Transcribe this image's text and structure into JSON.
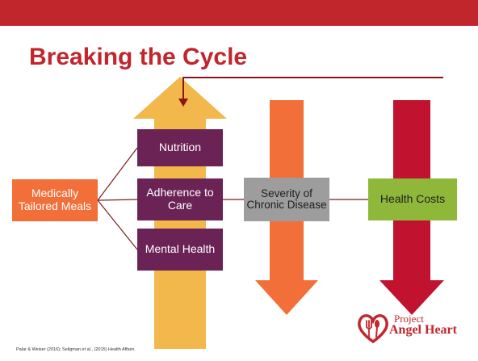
{
  "slide": {
    "title": "Breaking the Cycle",
    "citation": "Palar & Weiser (2016); Seligman et al., (2015) Health Affairs"
  },
  "boxes": {
    "meals": "Medically Tailored Meals",
    "nutrition": "Nutrition",
    "adherence": "Adherence to Care",
    "mental_health": "Mental Health",
    "severity": "Severity of Chronic Disease",
    "health_costs": "Health Costs"
  },
  "logo": {
    "line1": "Project",
    "line2": "Angel Heart",
    "icon": "heart-fork-spoon-icon"
  },
  "colors": {
    "brand_red": "#c1262c",
    "up_arrow": "#f2b84b",
    "severity_arrow": "#f26f3a",
    "costs_arrow": "#c1122f",
    "purple": "#6b2355",
    "green": "#8fb83a",
    "gray": "#9d9d9d"
  }
}
